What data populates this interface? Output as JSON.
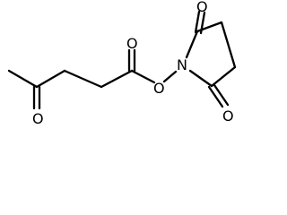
{
  "molecule": {
    "atoms": {
      "ketone_oxygen": "O",
      "ester_carbonyl_oxygen": "O",
      "ester_oxygen": "O",
      "imide_nitrogen": "N",
      "imide_top_oxygen": "O",
      "imide_bottom_oxygen": "O"
    }
  },
  "colors": {
    "bond": "#000000",
    "background": "#ffffff"
  }
}
